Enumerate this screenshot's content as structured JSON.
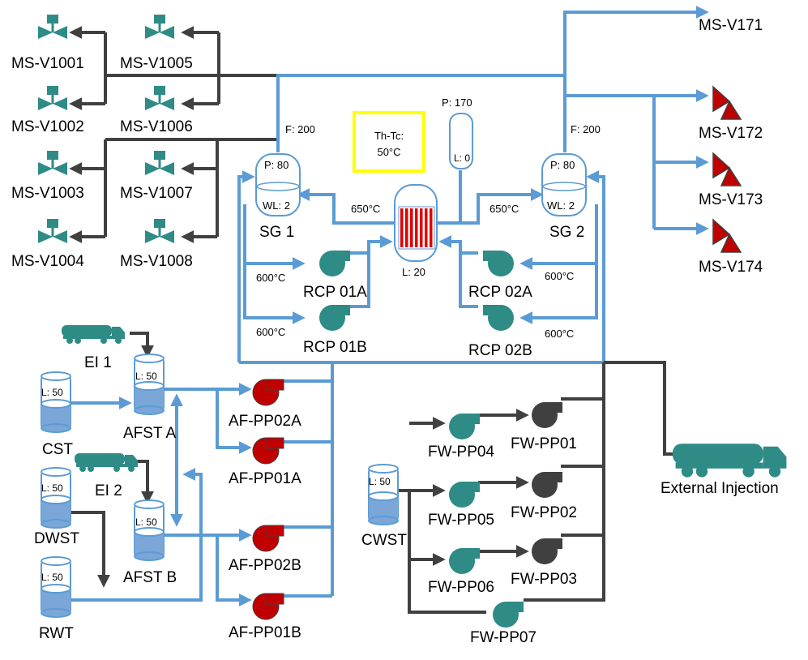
{
  "colors": {
    "water_pipe": "#5b9bd5",
    "steam_pipe": "#404040",
    "pump_teal": "#2e8b86",
    "pump_red": "#c00000",
    "pump_dark": "#404040",
    "valve_teal": "#2e8b86",
    "valve_red": "#c00000",
    "tank_fill": "#7aa6d8",
    "alarm_box": "#ffff00",
    "core_rods": "#e00000"
  },
  "valves_main_steam": [
    {
      "id": "v1001",
      "label": "MS-V1001",
      "icon": "gate-valve-icon"
    },
    {
      "id": "v1002",
      "label": "MS-V1002",
      "icon": "gate-valve-icon"
    },
    {
      "id": "v1003",
      "label": "MS-V1003",
      "icon": "gate-valve-icon"
    },
    {
      "id": "v1004",
      "label": "MS-V1004",
      "icon": "gate-valve-icon"
    },
    {
      "id": "v1005",
      "label": "MS-V1005",
      "icon": "gate-valve-icon"
    },
    {
      "id": "v1006",
      "label": "MS-V1006",
      "icon": "gate-valve-icon"
    },
    {
      "id": "v1007",
      "label": "MS-V1007",
      "icon": "gate-valve-icon"
    },
    {
      "id": "v1008",
      "label": "MS-V1008",
      "icon": "gate-valve-icon"
    }
  ],
  "valves_relief": [
    {
      "id": "v171",
      "label": "MS-V171"
    },
    {
      "id": "v172",
      "label": "MS-V172",
      "icon": "relief-valve-icon"
    },
    {
      "id": "v173",
      "label": "MS-V173",
      "icon": "relief-valve-icon"
    },
    {
      "id": "v174",
      "label": "MS-V174",
      "icon": "relief-valve-icon"
    }
  ],
  "steam_generators": [
    {
      "id": "sg1",
      "name": "SG 1",
      "pressure": "P: 80",
      "level": "WL: 2",
      "flow": "F: 200"
    },
    {
      "id": "sg2",
      "name": "SG 2",
      "pressure": "P: 80",
      "level": "WL: 2",
      "flow": "F: 200"
    }
  ],
  "pressurizer": {
    "pressure": "P: 170",
    "level": "L: 0"
  },
  "reactor": {
    "level": "L: 20"
  },
  "temp_diff": {
    "label": "Th-Tc:",
    "value": "50°C"
  },
  "loop_temps": {
    "hot_1": "650°C",
    "hot_2": "650°C",
    "cold_1a": "600°C",
    "cold_1b": "600°C",
    "cold_2a": "600°C",
    "cold_2b": "600°C"
  },
  "rcps": [
    {
      "id": "rcp01a",
      "label": "RCP 01A"
    },
    {
      "id": "rcp01b",
      "label": "RCP 01B"
    },
    {
      "id": "rcp02a",
      "label": "RCP 02A"
    },
    {
      "id": "rcp02b",
      "label": "RCP 02B"
    }
  ],
  "tanks": [
    {
      "id": "cst",
      "label": "CST",
      "level": "L: 50"
    },
    {
      "id": "dwst",
      "label": "DWST",
      "level": "L: 50"
    },
    {
      "id": "rwt",
      "label": "RWT",
      "level": "L: 50"
    },
    {
      "id": "afsta",
      "label": "AFST A",
      "level": "L: 50"
    },
    {
      "id": "afstb",
      "label": "AFST B",
      "level": "L: 50"
    },
    {
      "id": "cwst",
      "label": "CWST",
      "level": "L: 50"
    }
  ],
  "trucks": [
    {
      "id": "ei1",
      "label": "EI 1",
      "icon": "tanker-truck-icon"
    },
    {
      "id": "ei2",
      "label": "EI 2",
      "icon": "tanker-truck-icon"
    },
    {
      "id": "ext",
      "label": "External Injection",
      "icon": "tanker-truck-icon"
    }
  ],
  "af_pumps": [
    {
      "id": "af02a",
      "label": "AF-PP02A"
    },
    {
      "id": "af01a",
      "label": "AF-PP01A"
    },
    {
      "id": "af02b",
      "label": "AF-PP02B"
    },
    {
      "id": "af01b",
      "label": "AF-PP01B"
    }
  ],
  "fw_pumps": [
    {
      "id": "fw04",
      "label": "FW-PP04"
    },
    {
      "id": "fw01",
      "label": "FW-PP01"
    },
    {
      "id": "fw05",
      "label": "FW-PP05"
    },
    {
      "id": "fw02",
      "label": "FW-PP02"
    },
    {
      "id": "fw06",
      "label": "FW-PP06"
    },
    {
      "id": "fw03",
      "label": "FW-PP03"
    },
    {
      "id": "fw07",
      "label": "FW-PP07"
    }
  ]
}
